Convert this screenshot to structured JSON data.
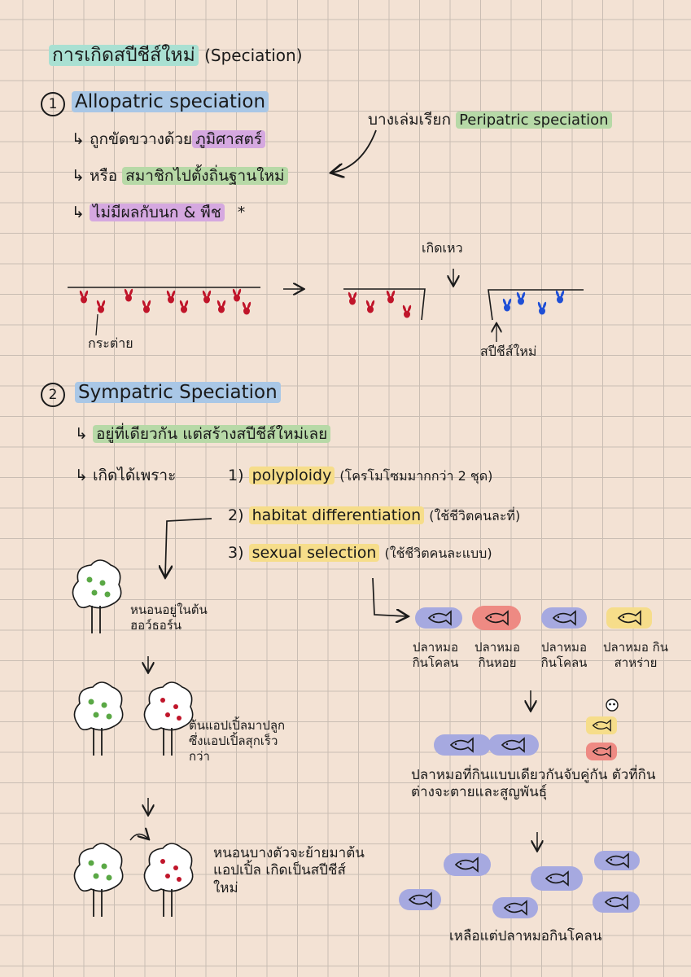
{
  "title": {
    "main": "การเกิดสปีชีส์ใหม่",
    "sub": "(Speciation)"
  },
  "section1": {
    "number": "1",
    "heading": "Allopatric speciation",
    "line1_prefix": "ถูกขัดขวางด้วย",
    "line1_hl": "ภูมิศาสตร์",
    "line2_prefix": "หรือ",
    "line2_hl": "สมาชิกไปตั้งถิ่นฐานใหม่",
    "line3_hl": "ไม่มีผลกับนก & พืช",
    "line3_mark": "*",
    "note_prefix": "บางเล่มเรียก",
    "note_hl": "Peripatric speciation",
    "diagram": {
      "event": "เกิดเหว",
      "rabbit_label": "กระต่าย",
      "new_species_label": "สปีชีส์ใหม่"
    }
  },
  "section2": {
    "number": "2",
    "heading": "Sympatric Speciation",
    "line1": "อยู่ที่เดียวกัน แต่สร้างสปีชีส์ใหม่เลย",
    "line2": "เกิดได้เพราะ",
    "reasons": [
      {
        "num": "1)",
        "name": "polyploidy",
        "note": "(โครโมโซมมากกว่า 2 ชุด)"
      },
      {
        "num": "2)",
        "name": "habitat differentiation",
        "note": "(ใช้ชีวิตคนละที่)"
      },
      {
        "num": "3)",
        "name": "sexual selection",
        "note": "(ใช้ชีวิตคนละแบบ)"
      }
    ],
    "tree_notes": [
      "หนอนอยู่ในต้นฮอว์ธอร์น",
      "ต้นแอปเปิ้ลมาปลูก ซึ่งแอปเปิ้ลสุกเร็วกว่า",
      "หนอนบางตัวจะย้ายมาต้นแอปเปิ้ล เกิดเป็นสปีชีส์ใหม่"
    ],
    "fish_labels": [
      "ปลาหมอ กินโคลน",
      "ปลาหมอ กินหอย",
      "ปลาหมอ กินโคลน",
      "ปลาหมอ กินสาหร่าย"
    ],
    "fish_note": "ปลาหมอที่กินแบบเดียวกันจับคู่กัน ตัวที่กินต่างจะตายและสูญพันธุ์",
    "fish_result": "เหลือแต่ปลาหมอกินโคลน"
  },
  "colors": {
    "teal": "#a9e0d2",
    "blue": "#a9c7e6",
    "purple": "#d5a8e0",
    "green": "#b7d9a7",
    "yellow": "#f6dd8a",
    "rabbit_red": "#c0152a",
    "rabbit_blue": "#1f4fd6",
    "fish_blue": "#a6a9e0",
    "fish_red": "#ee8a83",
    "fish_yellow": "#f6dd8a"
  }
}
